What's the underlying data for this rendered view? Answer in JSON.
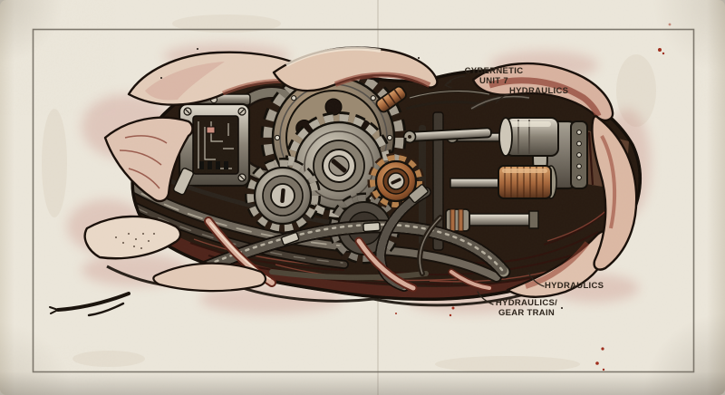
{
  "artwork": {
    "name": "biomechanical torn-skin illustration on aged paper",
    "annotations": {
      "cybernetic": {
        "line1": "CYBERNETIC",
        "line2": "UNIT 7"
      },
      "hydraulics_top": {
        "text": "HYDRAULICS"
      },
      "hydraulics_right": {
        "text": "HYDRAULICS"
      },
      "gear_train": {
        "line1": "HYDRAULICS/",
        "line2": "GEAR TRAIN"
      }
    },
    "colors": {
      "paper": "#ece7db",
      "frame": "#6b655a",
      "ink": "#1a120c",
      "opening": "#281b11",
      "skin": "#e4cdba",
      "flesh": "#c08a7a",
      "muscle": "#592a20",
      "metal": "#a8a195",
      "copper": "#b0744a",
      "blood": "#9f2d1c"
    }
  }
}
